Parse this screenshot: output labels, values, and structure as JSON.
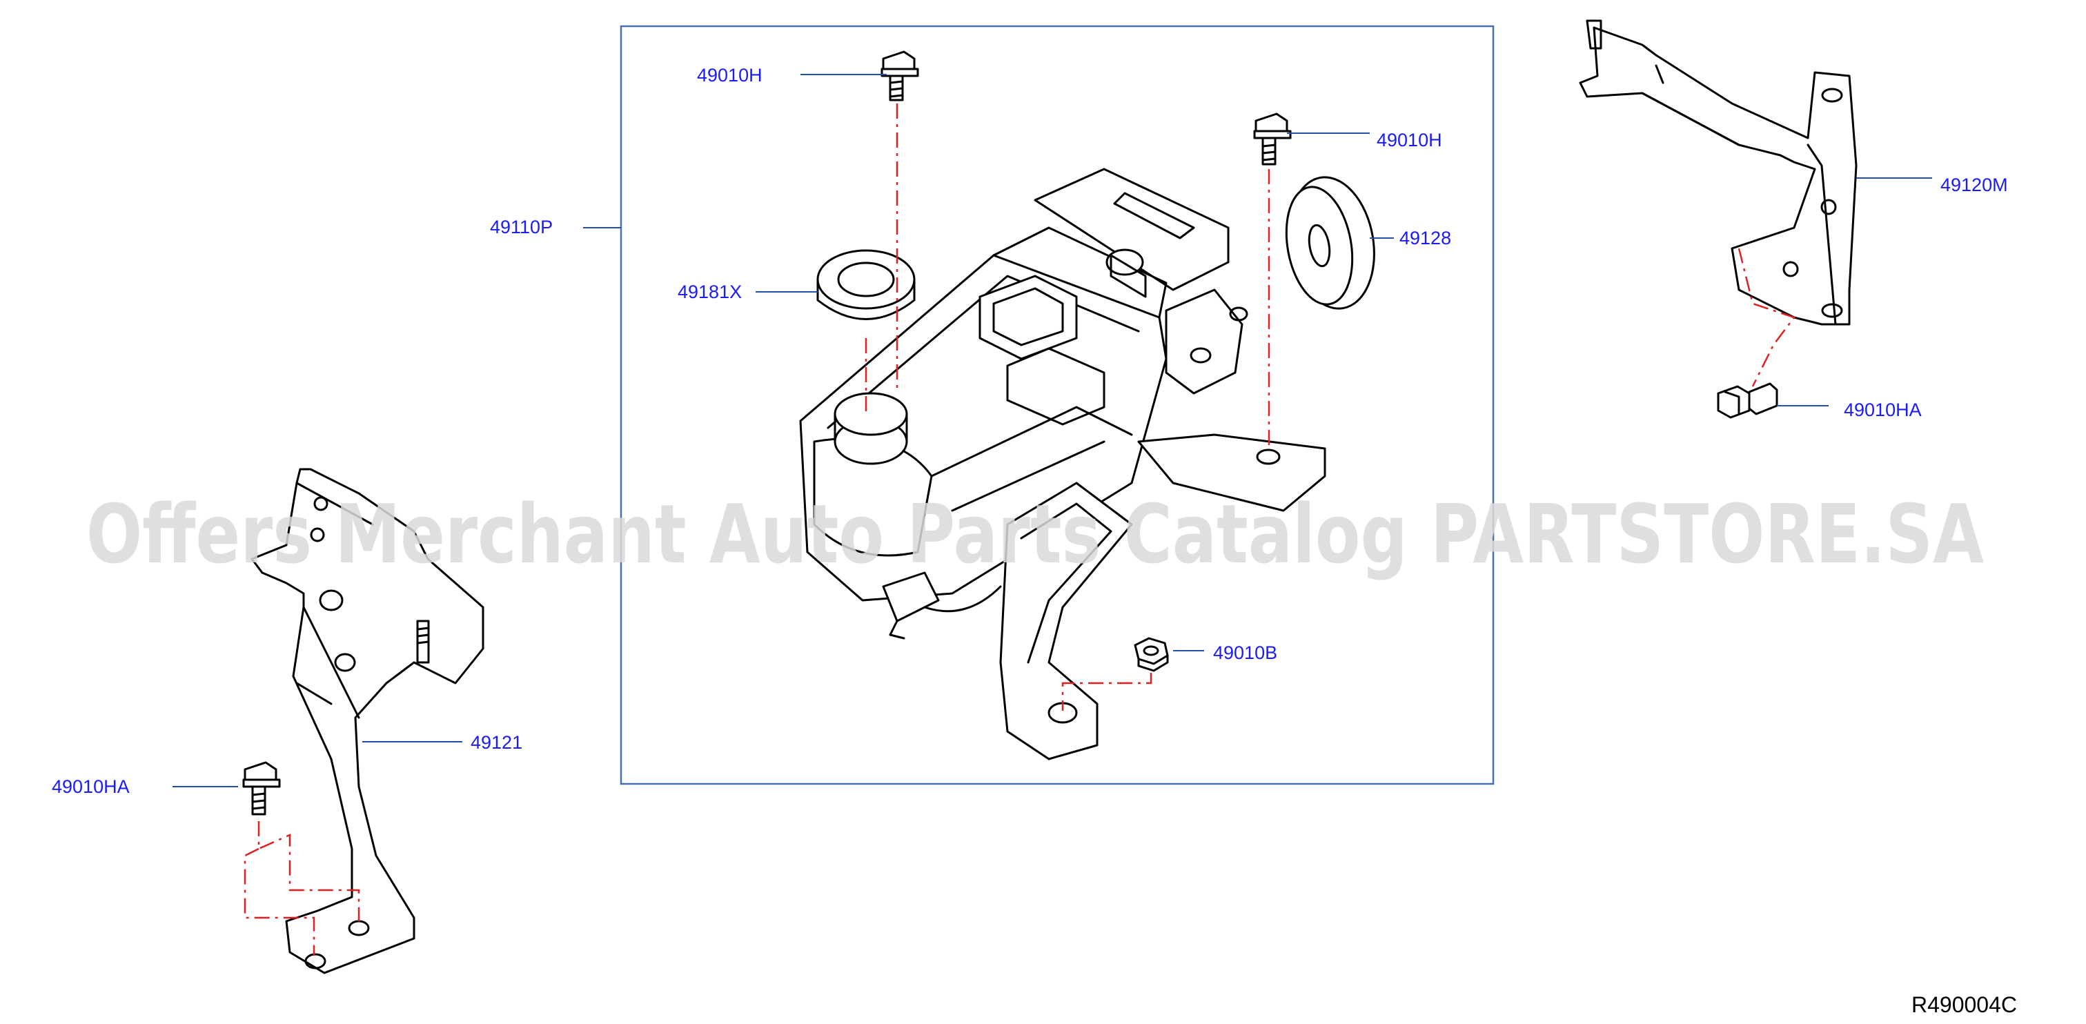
{
  "diagram": {
    "parts": {
      "p49010H_top": "49010H",
      "p49010H_right": "49010H",
      "p49110P": "49110P",
      "p49181X": "49181X",
      "p49128": "49128",
      "p49120M": "49120M",
      "p49010HA_right": "49010HA",
      "p49010B": "49010B",
      "p49121": "49121",
      "p49010HA_left": "49010HA"
    },
    "reference_code": "R490004C",
    "watermark": "Offers Merchant Auto Parts Catalog PARTSTORE.SA"
  },
  "colors": {
    "label": "#1a1aff",
    "leader": "#1f4fa8",
    "frame": "#4a6fb0",
    "dashed_line": "#e02020",
    "part_stroke": "#000000",
    "watermark": "#d9d9d9"
  },
  "icons": {
    "bolt": "bolt-icon",
    "nut": "nut-icon",
    "washer": "washer-icon",
    "grommet": "grommet-icon"
  }
}
